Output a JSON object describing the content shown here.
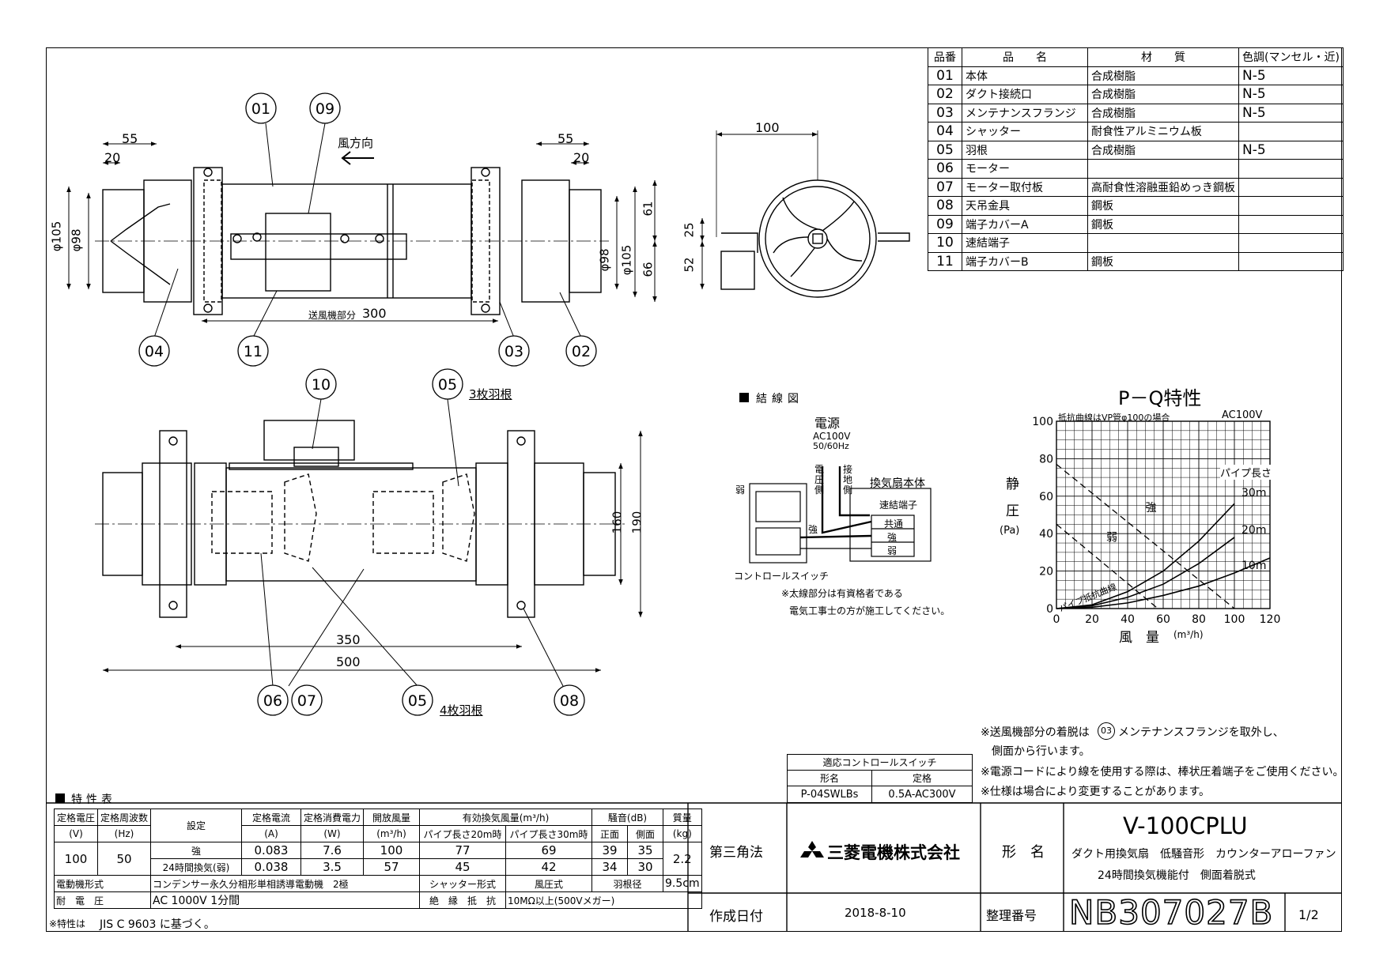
{
  "parts_table": {
    "headers": [
      "品番",
      "品　　名",
      "材　　質",
      "色調(マンセル・近)"
    ],
    "rows": [
      [
        "01",
        "本体",
        "合成樹脂",
        "N-5"
      ],
      [
        "02",
        "ダクト接続口",
        "合成樹脂",
        "N-5"
      ],
      [
        "03",
        "メンテナンスフランジ",
        "合成樹脂",
        "N-5"
      ],
      [
        "04",
        "シャッター",
        "耐食性アルミニウム板",
        ""
      ],
      [
        "05",
        "羽根",
        "合成樹脂",
        "N-5"
      ],
      [
        "06",
        "モーター",
        "",
        ""
      ],
      [
        "07",
        "モーター取付板",
        "高耐食性溶融亜鉛めっき鋼板",
        ""
      ],
      [
        "08",
        "天吊金具",
        "鋼板",
        ""
      ],
      [
        "09",
        "端子カバーA",
        "鋼板",
        ""
      ],
      [
        "10",
        "速結端子",
        "",
        ""
      ],
      [
        "11",
        "端子カバーB",
        "鋼板",
        ""
      ]
    ]
  },
  "top_view": {
    "callouts": [
      "01",
      "09",
      "04",
      "11",
      "03",
      "02"
    ],
    "wind_direction": "風方向",
    "dims": {
      "left55": "55",
      "left20": "20",
      "right55": "55",
      "right20": "20",
      "d105l": "φ105",
      "d98l": "φ98",
      "d98r": "φ98",
      "d105r": "φ105",
      "h61": "61",
      "h66": "66",
      "blower_label": "送風機部分",
      "blower_len": "300"
    }
  },
  "side_view": {
    "dim100": "100",
    "dim25": "25",
    "dim52": "52"
  },
  "front_view": {
    "callouts": [
      "10",
      "05",
      "06",
      "07",
      "05",
      "08"
    ],
    "blade3": "3枚羽根",
    "blade4": "4枚羽根",
    "dims": {
      "h160": "160",
      "h190": "190",
      "w350": "350",
      "w500": "500"
    }
  },
  "wiring": {
    "title": "結線図",
    "power": "電源",
    "voltage": "AC100V",
    "freq": "50/60Hz",
    "voltage_side": "電圧側",
    "ground_side": "接地側",
    "fan_body": "換気扇本体",
    "terminal": "速結端子",
    "t_common": "共通",
    "t_strong": "強",
    "t_weak": "弱",
    "sw_weak": "弱",
    "sw_strong": "強",
    "control_switch": "コントロールスイッチ",
    "note1": "※太線部分は有資格者である",
    "note2": "電気工事士の方が施工してください。"
  },
  "pq_chart": {
    "title": "P－Q特性",
    "note": "抵抗曲線はVP管φ100の場合",
    "supply": "AC100V",
    "ylabel": [
      "静",
      "圧",
      "(Pa)"
    ],
    "xlabel": "風　量",
    "xunit": "(m³/h)",
    "pipe_len": "パイプ長さ",
    "pipe_resist": "パイプ抵抗曲線"
  },
  "chart_data": {
    "type": "line",
    "title": "P－Q特性",
    "xlabel": "風量 (m³/h)",
    "ylabel": "静圧 (Pa)",
    "xlim": [
      0,
      120
    ],
    "ylim": [
      0,
      100
    ],
    "xticks": [
      0,
      20,
      40,
      60,
      80,
      100,
      120
    ],
    "yticks": [
      0,
      20,
      40,
      60,
      80,
      100
    ],
    "grid": true,
    "series": [
      {
        "name": "強",
        "style": "dashed",
        "x": [
          0,
          100
        ],
        "y": [
          77,
          0
        ]
      },
      {
        "name": "弱",
        "style": "dashed",
        "x": [
          0,
          57
        ],
        "y": [
          45,
          0
        ]
      },
      {
        "name": "30m",
        "style": "solid",
        "x": [
          0,
          20,
          40,
          60,
          80,
          100
        ],
        "y": [
          0,
          2,
          9,
          20,
          36,
          56
        ]
      },
      {
        "name": "20m",
        "style": "solid",
        "x": [
          0,
          20,
          40,
          60,
          80,
          100
        ],
        "y": [
          0,
          1.5,
          6,
          13,
          24,
          38
        ]
      },
      {
        "name": "10m",
        "style": "solid",
        "x": [
          0,
          20,
          40,
          60,
          80,
          100,
          120
        ],
        "y": [
          0,
          0.7,
          3,
          7,
          12,
          19,
          27
        ]
      }
    ]
  },
  "notes": {
    "n1a": "※送風機部分の着脱は",
    "n1b": "03",
    "n1c": "メンテナンスフランジを取外し、",
    "n1d": "側面から行います。",
    "n2": "※電源コードにより線を使用する際は、棒状圧着端子をご使用ください。",
    "n3": "※仕様は場合により変更することがあります。"
  },
  "control_switch_table": {
    "title": "適応コントロールスイッチ",
    "h_model": "形名",
    "h_rating": "定格",
    "model": "P-04SWLBs",
    "rating": "0.5A-AC300V"
  },
  "spec": {
    "title": "特性表",
    "h": {
      "voltage": "定格電圧",
      "voltage_u": "(V)",
      "freq": "定格周波数",
      "freq_u": "(Hz)",
      "setting": "設定",
      "current": "定格電流",
      "current_u": "(A)",
      "power": "定格消費電力",
      "power_u": "(W)",
      "open_flow": "開放風量",
      "open_flow_u": "(m³/h)",
      "eff_flow": "有効換気風量(m³/h)",
      "pipe20": "パイプ長さ20m時",
      "pipe30": "パイプ長さ30m時",
      "noise": "騒音(dB)",
      "front": "正面",
      "side": "側面",
      "mass": "質量",
      "mass_u": "(kg)"
    },
    "voltage": "100",
    "freq": "50",
    "mass": "2.2",
    "rows": [
      {
        "setting": "強",
        "current": "0.083",
        "power": "7.6",
        "open": "100",
        "p20": "77",
        "p30": "69",
        "front": "39",
        "side": "35"
      },
      {
        "setting": "24時間換気(弱)",
        "current": "0.038",
        "power": "3.5",
        "open": "57",
        "p20": "45",
        "p30": "42",
        "front": "34",
        "side": "30"
      }
    ],
    "motor_label": "電動機形式",
    "motor": "コンデンサー永久分相形単相誘導電動機　2極",
    "shutter_label": "シャッター形式",
    "shutter": "風圧式",
    "blade_label": "羽根径",
    "blade": "9.5cm",
    "withstand_label": "耐　電　圧",
    "withstand": "AC 1000V 1分間",
    "insulation_label": "絶　縁　抵　抗",
    "insulation": "10MΩ以上(500Vメガー)",
    "standard_label": "※特性は",
    "standard": "JIS C 9603 に基づく。"
  },
  "title_block": {
    "projection": "第三角法",
    "company": "三菱電機株式会社",
    "model_label": "形　名",
    "model": "V-100CPLU",
    "desc1": "ダクト用換気扇　低騒音形　カウンターアローファン",
    "desc2": "24時間換気機能付　側面着脱式",
    "date_label": "作成日付",
    "date": "2018-8-10",
    "ref_label": "整理番号",
    "ref": "NB307027B",
    "page": "1/2"
  }
}
